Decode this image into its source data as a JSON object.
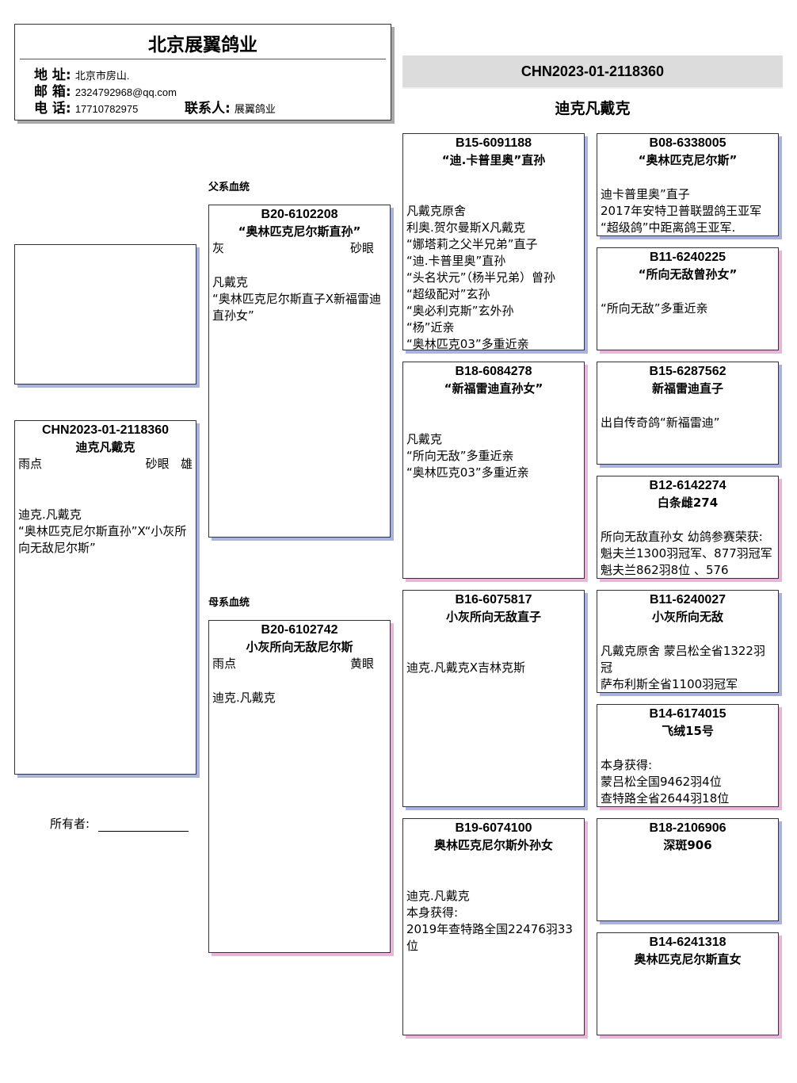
{
  "header": {
    "title": "北京展翼鸽业",
    "address_label": "地 址:",
    "address": "北京市房山.",
    "email_label": "邮 箱:",
    "email": "2324792968@qq.com",
    "phone_label": "电 话:",
    "phone": "17710782975",
    "contact_label": "联系人:",
    "contact": "展翼鸽业"
  },
  "top": {
    "ring": "CHN2023-01-2118360",
    "name": "迪克凡戴克"
  },
  "labels": {
    "sire_line": "父系血统",
    "dam_line": "母系血统",
    "owner": "所有者:"
  },
  "subject": {
    "ring": "CHN2023-01-2118360",
    "name": "迪克凡戴克",
    "color": "雨点",
    "eye": "砂眼",
    "sex": "雄",
    "desc": "迪克.凡戴克\n“奥林匹克尼尔斯直孙”X“小灰所向无敌尼尔斯”"
  },
  "sire": {
    "ring": "B20-6102208",
    "name": "“奥林匹克尼尔斯直孙”",
    "color": "灰",
    "eye": "砂眼",
    "desc": "凡戴克\n“奥林匹克尼尔斯直子X新福雷迪直孙女”"
  },
  "dam": {
    "ring": "B20-6102742",
    "name": "小灰所向无敌尼尔斯",
    "color": "雨点",
    "eye": "黄眼",
    "desc": "迪克.凡戴克"
  },
  "grandparents": {
    "ss": {
      "ring": "B15-6091188",
      "name": "“迪.卡普里奥”直孙",
      "desc": "凡戴克原舍\n利奥.贺尔曼斯X凡戴克\n“娜塔莉之父半兄弟”直子\n“迪.卡普里奥”直孙\n“头名状元”（杨半兄弟）曾孙\n“超级配对”玄孙\n“奥必利克斯”玄外孙\n“杨”近亲\n“奥林匹克03”多重近亲"
    },
    "sd": {
      "ring": "B18-6084278",
      "name": "“新福雷迪直孙女”",
      "desc": "凡戴克\n“所向无敌”多重近亲\n“奥林匹克03”多重近亲"
    },
    "ds": {
      "ring": "B16-6075817",
      "name": "小灰所向无敌直子",
      "desc": "迪克.凡戴克X吉林克斯"
    },
    "dd": {
      "ring": "B19-6074100",
      "name": "奥林匹克尼尔斯外孙女",
      "desc": "迪克.凡戴克\n本身获得:\n2019年查特路全国22476羽33位"
    }
  },
  "great_grandparents": {
    "sss": {
      "ring": "B08-6338005",
      "name": "“奥林匹克尼尔斯”",
      "desc": "迪卡普里奥”直子\n2017年安特卫普联盟鸽王亚军\n“超级鸽”中距离鸽王亚军."
    },
    "ssd": {
      "ring": "B11-6240225",
      "name": "“所向无敌曾孙女”",
      "desc": "“所向无敌”多重近亲"
    },
    "sds": {
      "ring": "B15-6287562",
      "name": "新福雷迪直子",
      "desc": "出自传奇鸽“新福雷迪”"
    },
    "sdd": {
      "ring": "B12-6142274",
      "name": "白条雌274",
      "desc": "所向无敌直孙女 幼鸽参赛荣获: 魁夫兰1300羽冠军、877羽冠军 魁夫兰862羽8位 、576"
    },
    "dss": {
      "ring": "B11-6240027",
      "name": "小灰所向无敌",
      "desc": "凡戴克原舍 蒙吕松全省1322羽冠\n萨布利斯全省1100羽冠军"
    },
    "dsd": {
      "ring": "B14-6174015",
      "name": "飞绒15号",
      "desc": "本身获得:\n蒙吕松全国9462羽4位\n查特路全省2644羽18位"
    },
    "dds": {
      "ring": "B18-2106906",
      "name": "深斑906",
      "desc": ""
    },
    "ddd": {
      "ring": "B14-6241318",
      "name": "奥林匹克尼尔斯直女",
      "desc": ""
    }
  }
}
